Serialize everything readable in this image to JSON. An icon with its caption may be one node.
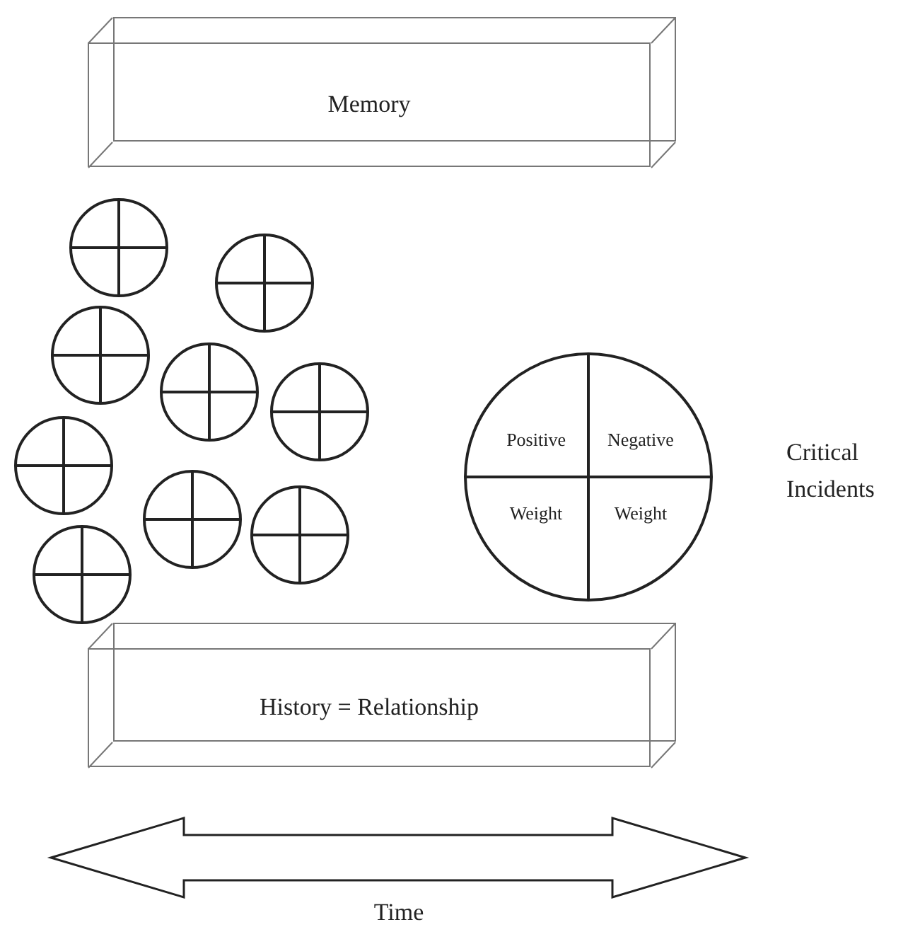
{
  "diagram": {
    "nodes": [
      {
        "text": [
          "Memory"
        ]
      },
      {
        "text": [],
        "shape": "circle"
      },
      {
        "text": [],
        "shape": "circle"
      },
      {
        "text": [],
        "shape": "circle"
      },
      {
        "text": [],
        "shape": "circle"
      },
      {
        "text": [],
        "shape": "circle"
      },
      {
        "text": [],
        "shape": "circle"
      },
      {
        "text": [],
        "shape": "circle"
      },
      {
        "text": [],
        "shape": "circle"
      },
      {
        "text": [],
        "shape": "circle"
      },
      {
        "text": [
          "Positive",
          "Negative",
          "Weight",
          "Weight"
        ],
        "beside": [
          "Critical Incidents"
        ]
      },
      {
        "text": [
          "History = Relationship"
        ]
      }
    ],
    "edges": [],
    "labels": [
      "Time"
    ]
  }
}
